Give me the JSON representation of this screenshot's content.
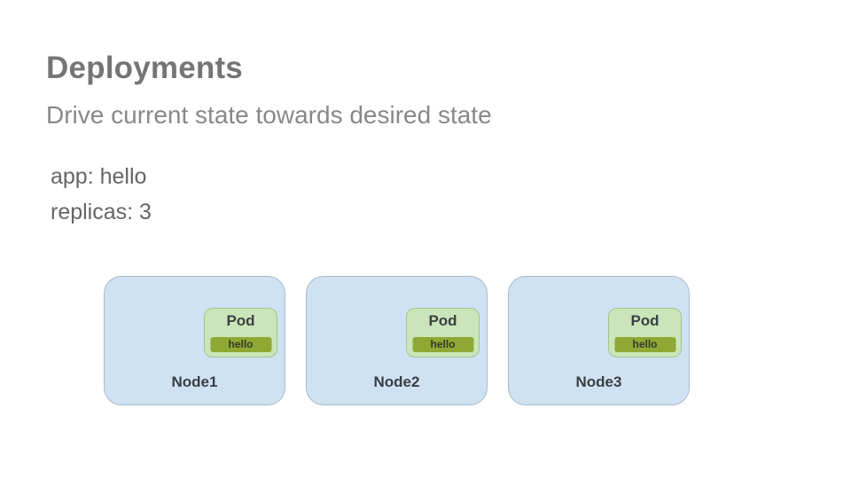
{
  "slide": {
    "title": "Deployments",
    "subtitle": "Drive current state towards desired state",
    "spec_lines": [
      "app: hello",
      "replicas: 3"
    ]
  },
  "nodes": [
    {
      "label": "Node1",
      "pod": {
        "label": "Pod",
        "container": "hello"
      }
    },
    {
      "label": "Node2",
      "pod": {
        "label": "Pod",
        "container": "hello"
      }
    },
    {
      "label": "Node3",
      "pod": {
        "label": "Pod",
        "container": "hello"
      }
    }
  ],
  "colors": {
    "node_fill": "#cfe2f3",
    "node_border": "#a9bac8",
    "pod_fill": "#cbe5ba",
    "pod_border": "#a2c589",
    "container_chip_fill": "#8fa834",
    "title_text": "#757575",
    "subtitle_text": "#888888",
    "spec_text": "#666666",
    "dark_text": "#3c4043"
  }
}
